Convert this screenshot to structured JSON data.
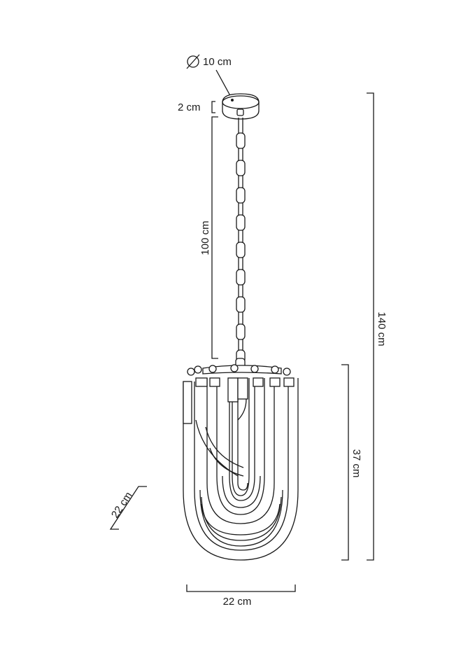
{
  "diagram": {
    "type": "product dimension drawing",
    "subject": "pendant lamp with chain and looped ribbon shade",
    "colors": {
      "line": "#1a1a1a",
      "background": "#ffffff"
    },
    "dimensions": {
      "canopy_diameter": "10 cm",
      "canopy_height": "2 cm",
      "chain_length": "100 cm",
      "total_height": "140 cm",
      "shade_height": "37 cm",
      "shade_width": "22 cm",
      "shade_depth": "22 cm"
    },
    "icons": {
      "diameter": "diameter-symbol"
    }
  }
}
